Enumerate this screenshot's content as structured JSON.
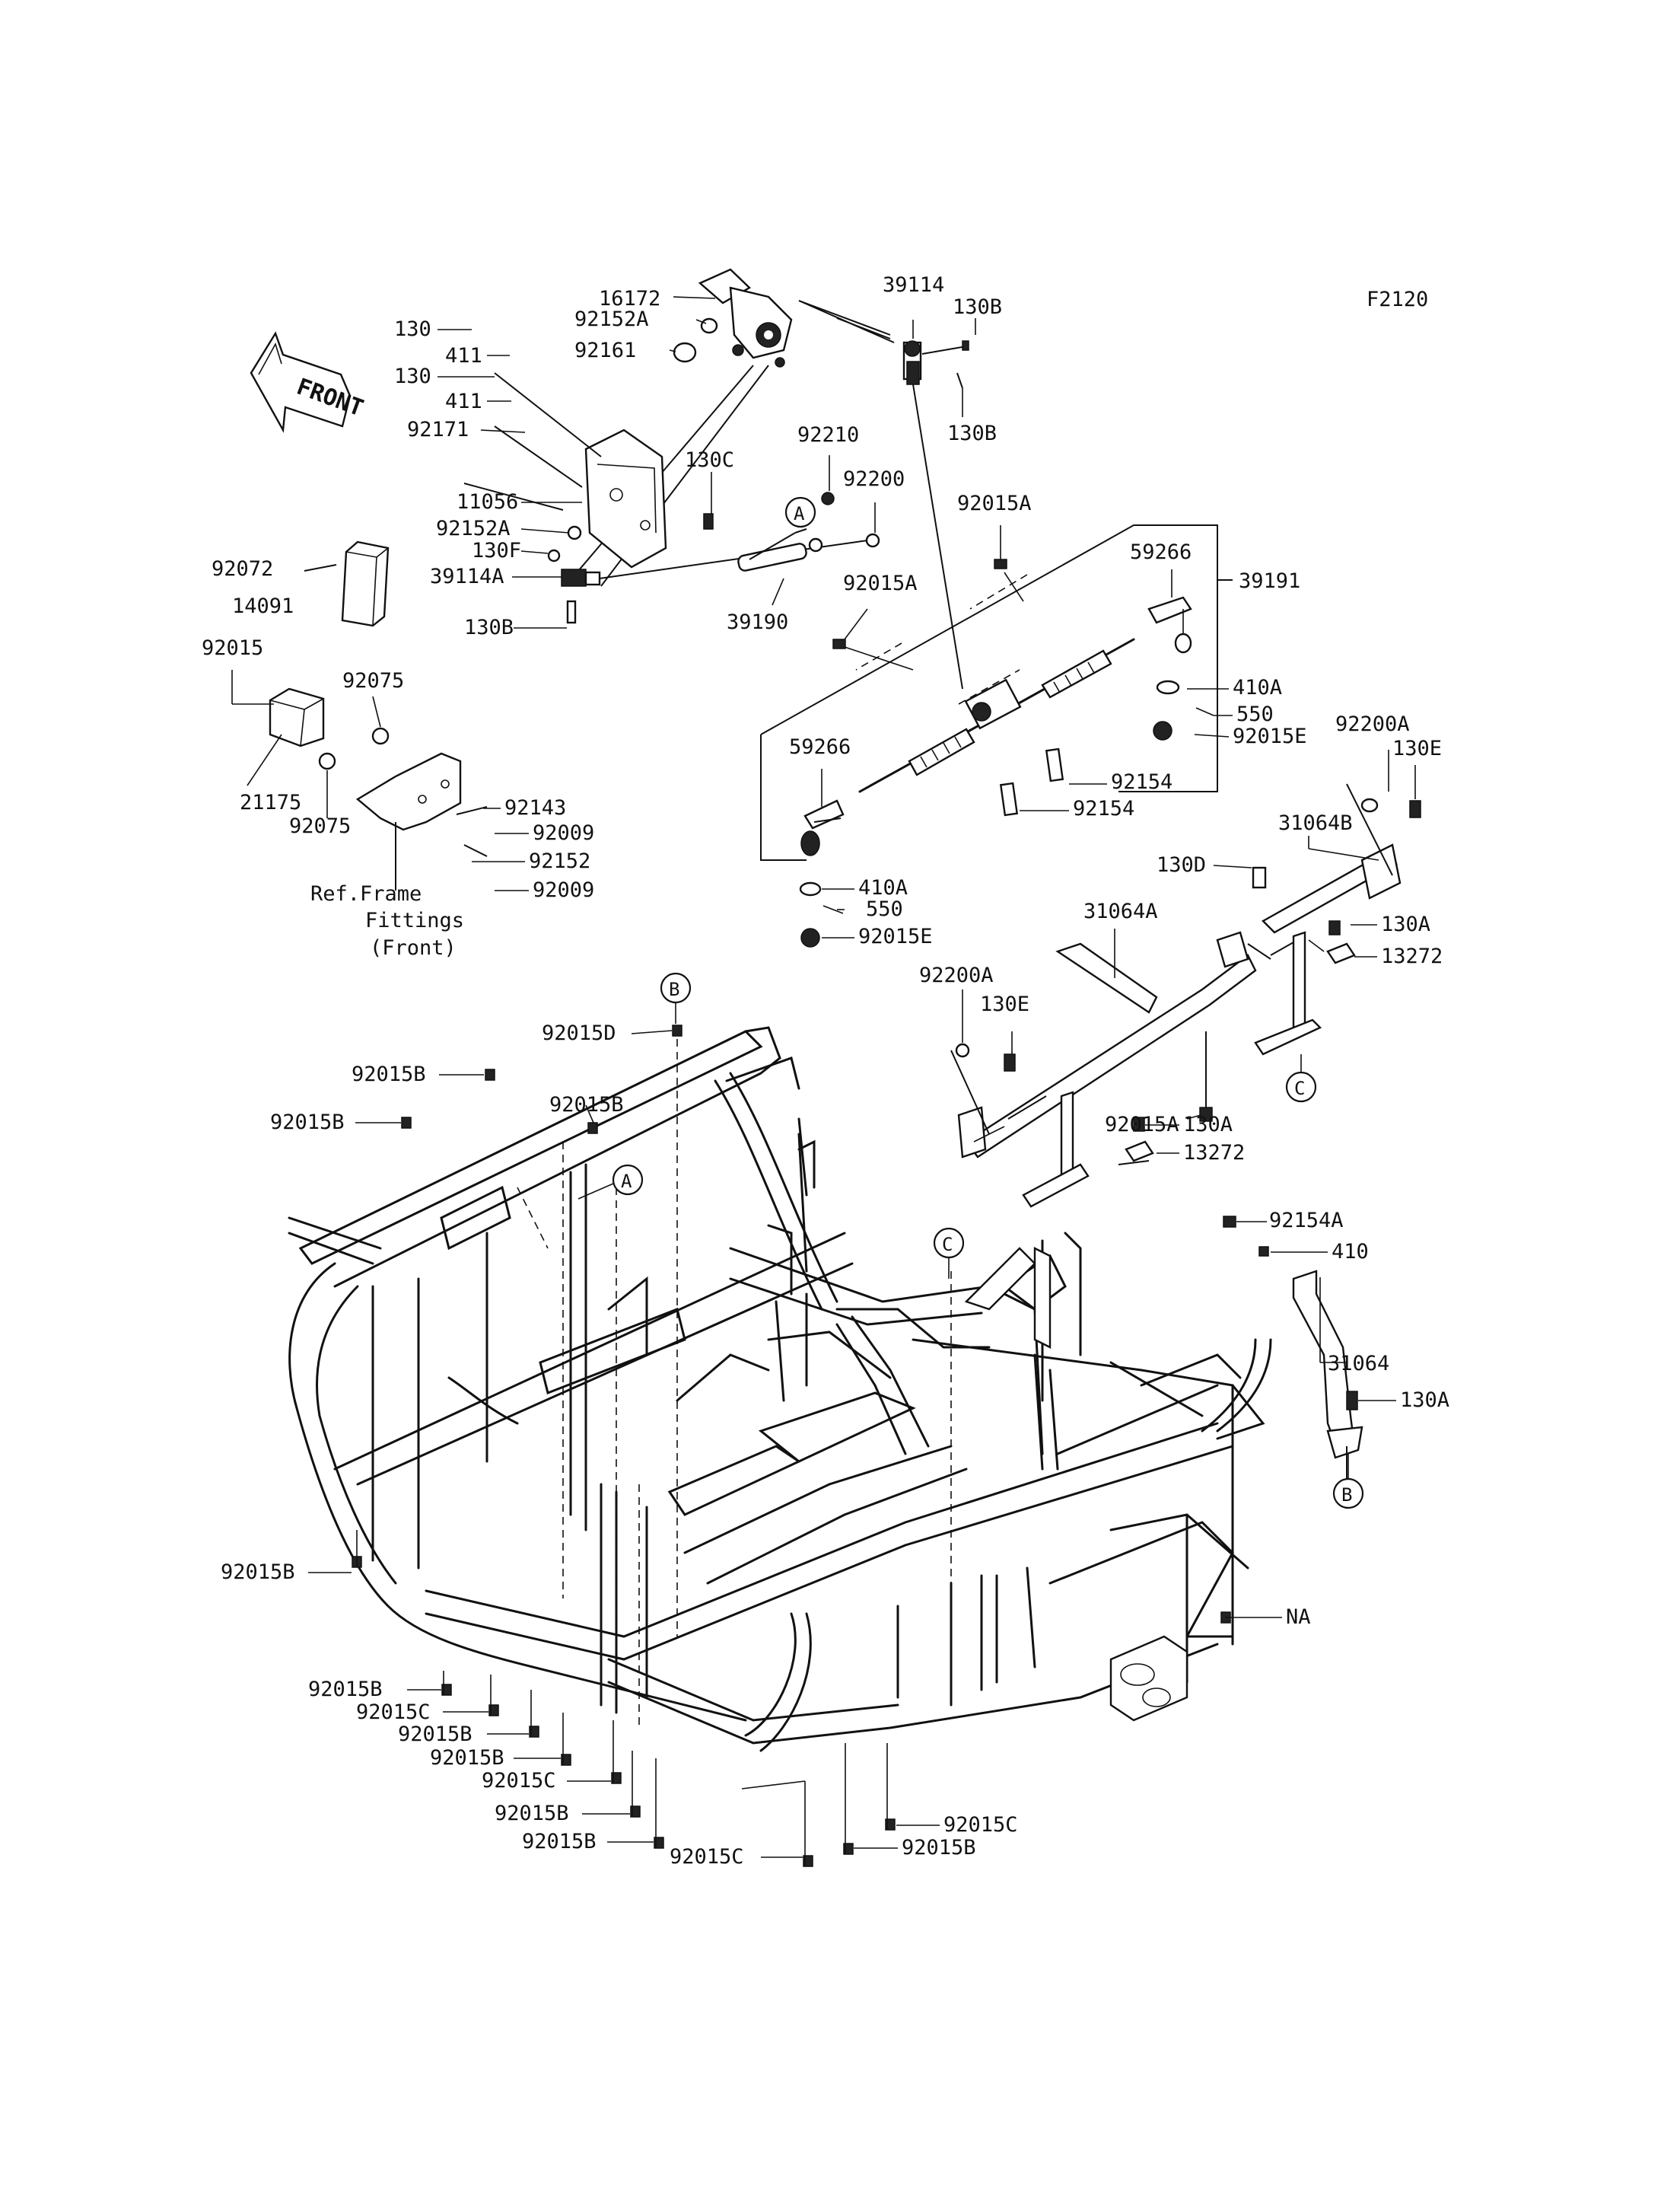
{
  "figure_code": "F2120",
  "front_arrow": "FRONT",
  "ref_note": [
    "Ref.Frame",
    "Fittings",
    "(Front)"
  ],
  "callouts": {
    "c_16172": "16172",
    "c_39114": "39114",
    "c_130B_1": "130B",
    "c_130B_2": "130B",
    "c_92152A_1": "92152A",
    "c_92161": "92161",
    "c_130_1": "130",
    "c_411_1": "411",
    "c_130_2": "130",
    "c_411_2": "411",
    "c_92171": "92171",
    "c_11056": "11056",
    "c_92152A_2": "92152A",
    "c_130F": "130F",
    "c_39114A": "39114A",
    "c_130B_3": "130B",
    "c_92210": "92210",
    "c_130C": "130C",
    "c_92200": "92200",
    "c_39190": "39190",
    "c_92015A_1": "92015A",
    "c_92015A_2": "92015A",
    "c_59266_1": "59266",
    "c_39191": "39191",
    "c_410A_1": "410A",
    "c_550_1": "550",
    "c_92015E_1": "92015E",
    "c_59266_2": "59266",
    "c_92154_1": "92154",
    "c_92154_2": "92154",
    "c_410A_2": "410A",
    "c_550_2": "550",
    "c_92015E_2": "92015E",
    "c_92072": "92072",
    "c_14091": "14091",
    "c_92015": "92015",
    "c_92075_1": "92075",
    "c_21175": "21175",
    "c_92075_2": "92075",
    "c_92143": "92143",
    "c_92009_1": "92009",
    "c_92152": "92152",
    "c_92009_2": "92009",
    "c_92200A_1": "92200A",
    "c_130E_1": "130E",
    "c_31064B": "31064B",
    "c_130D": "130D",
    "c_130A_1": "130A",
    "c_13272_1": "13272",
    "c_31064A": "31064A",
    "c_92200A_2": "92200A",
    "c_130E_2": "130E",
    "c_92015A_3": "92015A",
    "c_130A_2": "130A",
    "c_13272_2": "13272",
    "c_92154A": "92154A",
    "c_410": "410",
    "c_31064": "31064",
    "c_130A_3": "130A",
    "c_92015D": "92015D",
    "c_92015B_1": "92015B",
    "c_92015B_2": "92015B",
    "c_92015B_3": "92015B",
    "c_92015B_4": "92015B",
    "c_NA": "NA",
    "c_92015B_5": "92015B",
    "c_92015C_1": "92015C",
    "c_92015B_6": "92015B",
    "c_92015B_7": "92015B",
    "c_92015C_2": "92015C",
    "c_92015B_8": "92015B",
    "c_92015B_9": "92015B",
    "c_92015C_3": "92015C",
    "c_92015C_4": "92015C",
    "c_92015B_10": "92015B"
  },
  "ref_markers": {
    "A1": "A",
    "A2": "A",
    "B1": "B",
    "B2": "B",
    "C1": "C",
    "C2": "C"
  }
}
